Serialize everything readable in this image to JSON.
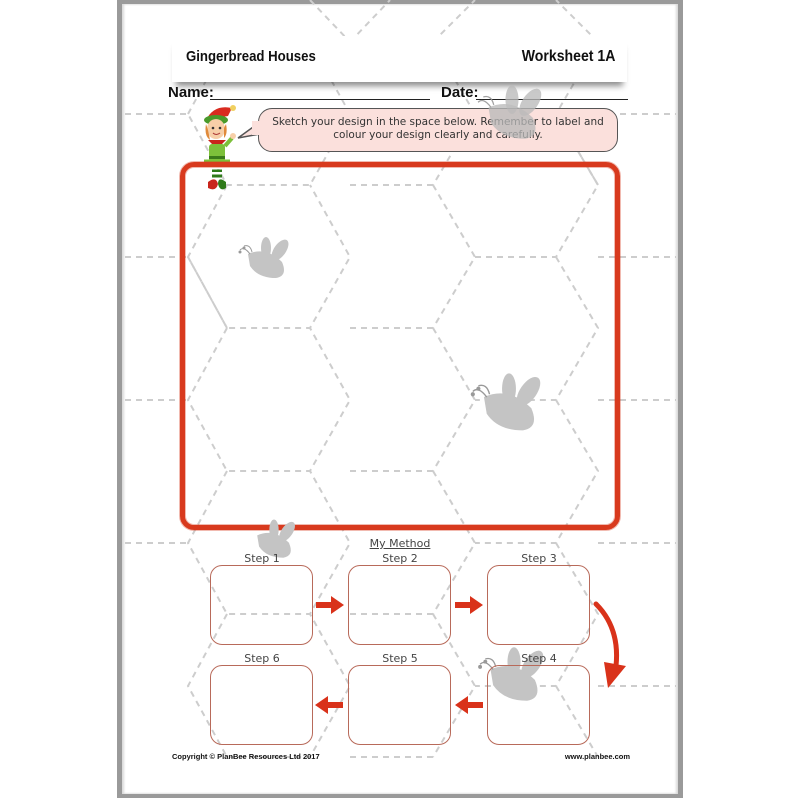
{
  "worksheet": {
    "title": "Gingerbread Houses",
    "code": "Worksheet 1A"
  },
  "fields": {
    "name_label": "Name:",
    "date_label": "Date:"
  },
  "instruction": {
    "line1": "Sketch your design in the space below. Remember to label and",
    "line2": "colour your design clearly and carefully."
  },
  "method": {
    "title": "My Method",
    "steps": [
      {
        "label": "Step 1"
      },
      {
        "label": "Step 2"
      },
      {
        "label": "Step 3"
      },
      {
        "label": "Step 4"
      },
      {
        "label": "Step 5"
      },
      {
        "label": "Step 6"
      }
    ]
  },
  "footer": {
    "copyright": "Copyright © PlanBee Resources Ltd 2017",
    "website": "www.planbee.com"
  },
  "colors": {
    "sketch_border": "#d83a1e",
    "arrow": "#d9321a",
    "bubble_fill": "#fbe0dc",
    "step_border": "#b86a5a",
    "hex_lines": "#c8c8c8"
  },
  "icons": {
    "mascot": "elf-icon",
    "decor": "bee-watermark-icon"
  }
}
